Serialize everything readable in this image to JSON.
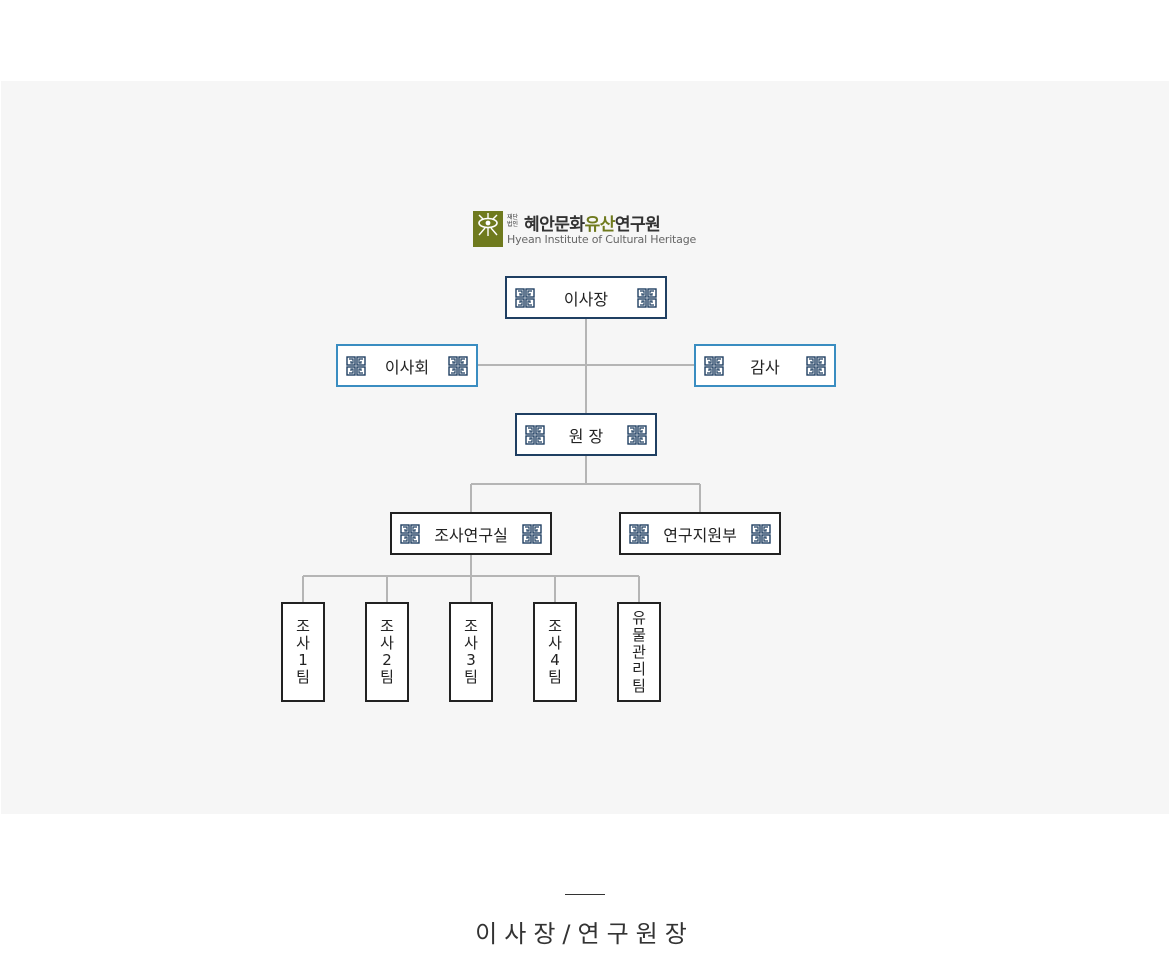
{
  "logo": {
    "small_text": "재단법인",
    "name_part1": "혜안문화",
    "name_part2": "유산",
    "name_part3": "연구원",
    "subtitle": "Hyean Institute of Cultural Heritage",
    "colors": {
      "green": "#6f7a1e"
    }
  },
  "org": {
    "chairman": "이사장",
    "board": "이사회",
    "auditor": "감사",
    "director": "원 장",
    "research_office": "조사연구실",
    "support_dept": "연구지원부",
    "teams": [
      "조사1팀",
      "조사2팀",
      "조사3팀",
      "조사4팀",
      "유물관리팀"
    ]
  },
  "icons": {
    "box_ornament": "meander-key-icon"
  },
  "colors": {
    "navy_border": "#1f3f62",
    "blue_border": "#3a8dc1",
    "black_border": "#222222",
    "connector": "#b5b5b5",
    "panel_bg": "#f6f6f6"
  },
  "caption": "이사장/연구원장"
}
